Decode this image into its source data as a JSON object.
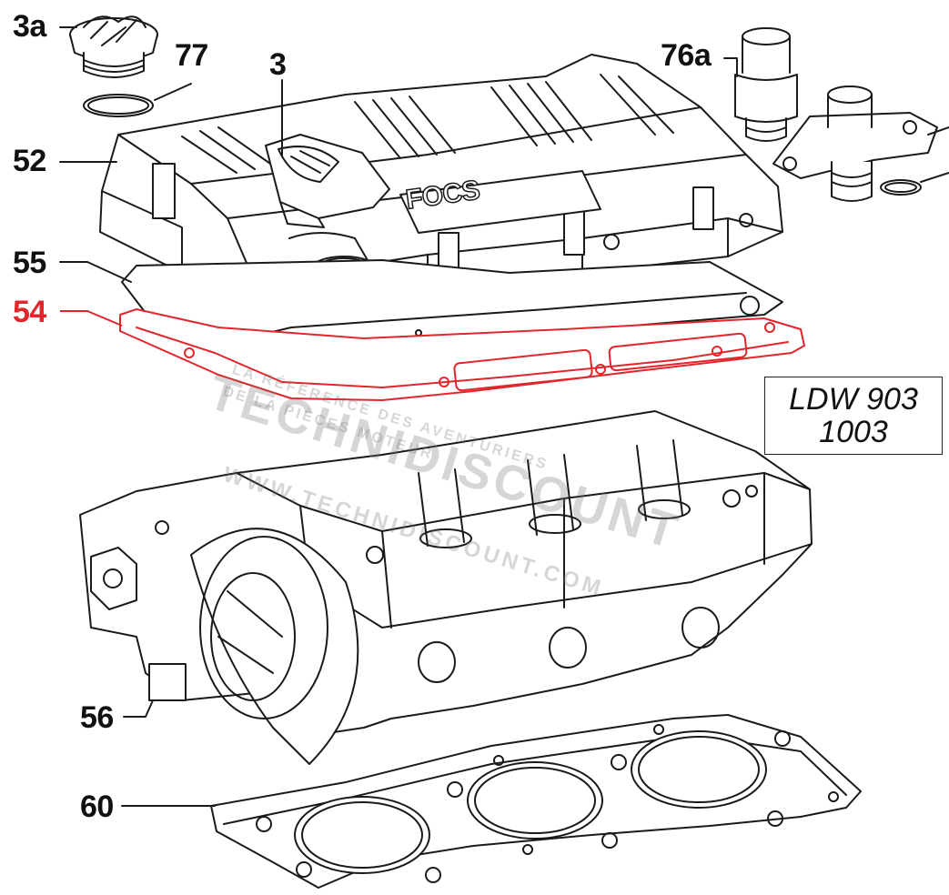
{
  "colors": {
    "line": "#1a1a1a",
    "gasket_highlight": "#e0262b",
    "label": "#111111",
    "watermark": "#8a8a8a"
  },
  "labels": {
    "oil_cap": "3a",
    "oil_cap_seal": "77",
    "breather": "3",
    "fitting": "76a",
    "cover": "52",
    "cover_gasket_upper": "55",
    "cover_gasket_red": "54",
    "head_plate": "56",
    "head_gasket": "60"
  },
  "model_box": {
    "line1": "LDW 903",
    "line2": "1003"
  },
  "cover_logo": "FOCS",
  "watermark": {
    "brand": "TECHNIDISCOUNT",
    "tagline1": "LA RÉFÉRENCE DES AVENTURIERS",
    "tagline2": "DE LA PIÈCES MOTEUR",
    "url": "WWW.TECHNIDISCOUNT.COM"
  }
}
